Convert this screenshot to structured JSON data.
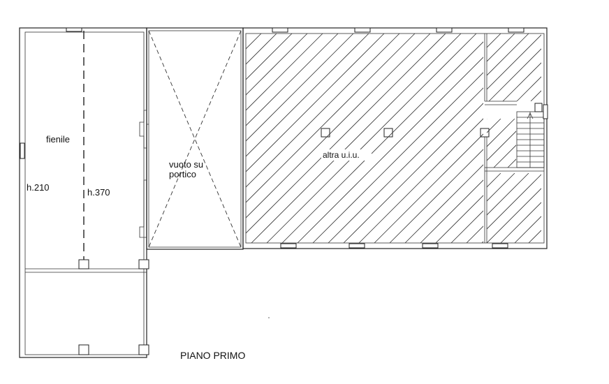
{
  "labels": {
    "fienile": "fienile",
    "h210": "h.210",
    "h370": "h.370",
    "vuoto_line1": "vuoto su",
    "vuoto_line2": "portico",
    "altra": "altra u.i.u.",
    "title": "PIANO PRIMO"
  },
  "colors": {
    "line": "#222222",
    "background": "#ffffff"
  }
}
